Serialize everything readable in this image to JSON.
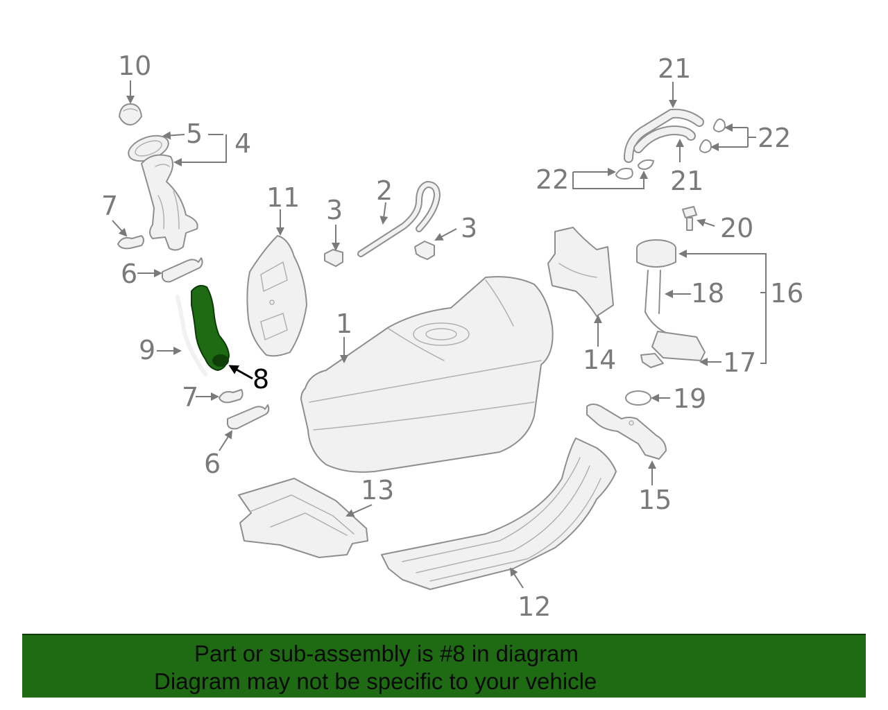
{
  "diagram": {
    "highlighted_part": "8",
    "callouts": {
      "c1": "1",
      "c2": "2",
      "c3a": "3",
      "c3b": "3",
      "c4": "4",
      "c5": "5",
      "c6a": "6",
      "c6b": "6",
      "c7a": "7",
      "c7b": "7",
      "c8": "8",
      "c9": "9",
      "c10": "10",
      "c11": "11",
      "c12": "12",
      "c13": "13",
      "c14": "14",
      "c15": "15",
      "c16": "16",
      "c17": "17",
      "c18": "18",
      "c19": "19",
      "c20": "20",
      "c21a": "21",
      "c21b": "21",
      "c22a": "22",
      "c22b": "22"
    },
    "colors": {
      "highlight": "#1e6b14",
      "banner": "#1e6b14",
      "line_art": "#8e8e8e"
    }
  },
  "banner": {
    "line1": "Part or sub-assembly is #8 in diagram",
    "line2": "Diagram may not be specific to your vehicle"
  }
}
